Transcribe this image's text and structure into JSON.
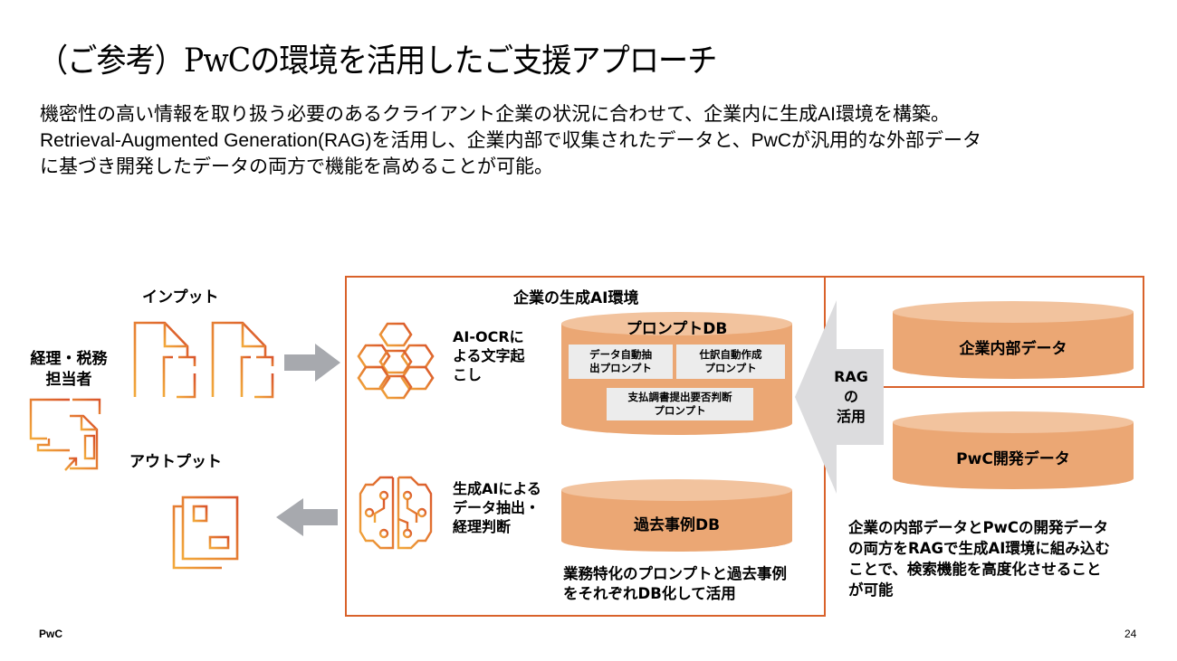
{
  "slide": {
    "title": "（ご参考）PwCの環境を活用したご支援アプローチ",
    "lead": [
      "機密性の高い情報を取り扱う必要のあるクライアント企業の状況に合わせて、企業内に生成AI環境を構築。",
      "Retrieval-Augmented Generation(RAG)を活用し、企業内部で収集されたデータと、PwCが汎用的な外部データ",
      "に基づき開発したデータの両方で機能を高めることが可能。"
    ],
    "footer_brand": "PwC",
    "page_number": "24"
  },
  "left": {
    "actor_label": [
      "経理・税務",
      "担当者"
    ],
    "input_label": "インプット",
    "output_label": "アウトプット"
  },
  "environment": {
    "title": "企業の生成AI環境",
    "ocr_label": [
      "AI-OCRに",
      "よる文字起",
      "こし"
    ],
    "genai_label": [
      "生成AIによる",
      "データ抽出・",
      "経理判断"
    ],
    "prompt_db": {
      "title": "プロンプトDB",
      "items": [
        [
          "データ自動抽",
          "出プロンプト"
        ],
        [
          "仕訳自動作成",
          "プロンプト"
        ],
        [
          "支払調書提出要否判断",
          "プロンプト"
        ]
      ]
    },
    "case_db": {
      "title": "過去事例DB"
    },
    "note": [
      "業務特化のプロンプトと過去事例",
      "をそれぞれDB化して活用"
    ]
  },
  "rag": {
    "arrow_label": [
      "RAG",
      "の",
      "活用"
    ],
    "internal_db": "企業内部データ",
    "pwc_db": "PwC開発データ",
    "note": [
      "企業の内部データとPwCの開発データ",
      "の両方をRAGで生成AI環境に組み込む",
      "ことで、検索機能を高度化させること",
      "が可能"
    ]
  },
  "colors": {
    "accent": "#d9622b",
    "cylinder": "#eba774",
    "cylinder_top": "#f2c39e",
    "prompt_box": "#ececec",
    "arrow_gray": "#a7a9ae",
    "rag_arrow": "#dcdcde"
  }
}
